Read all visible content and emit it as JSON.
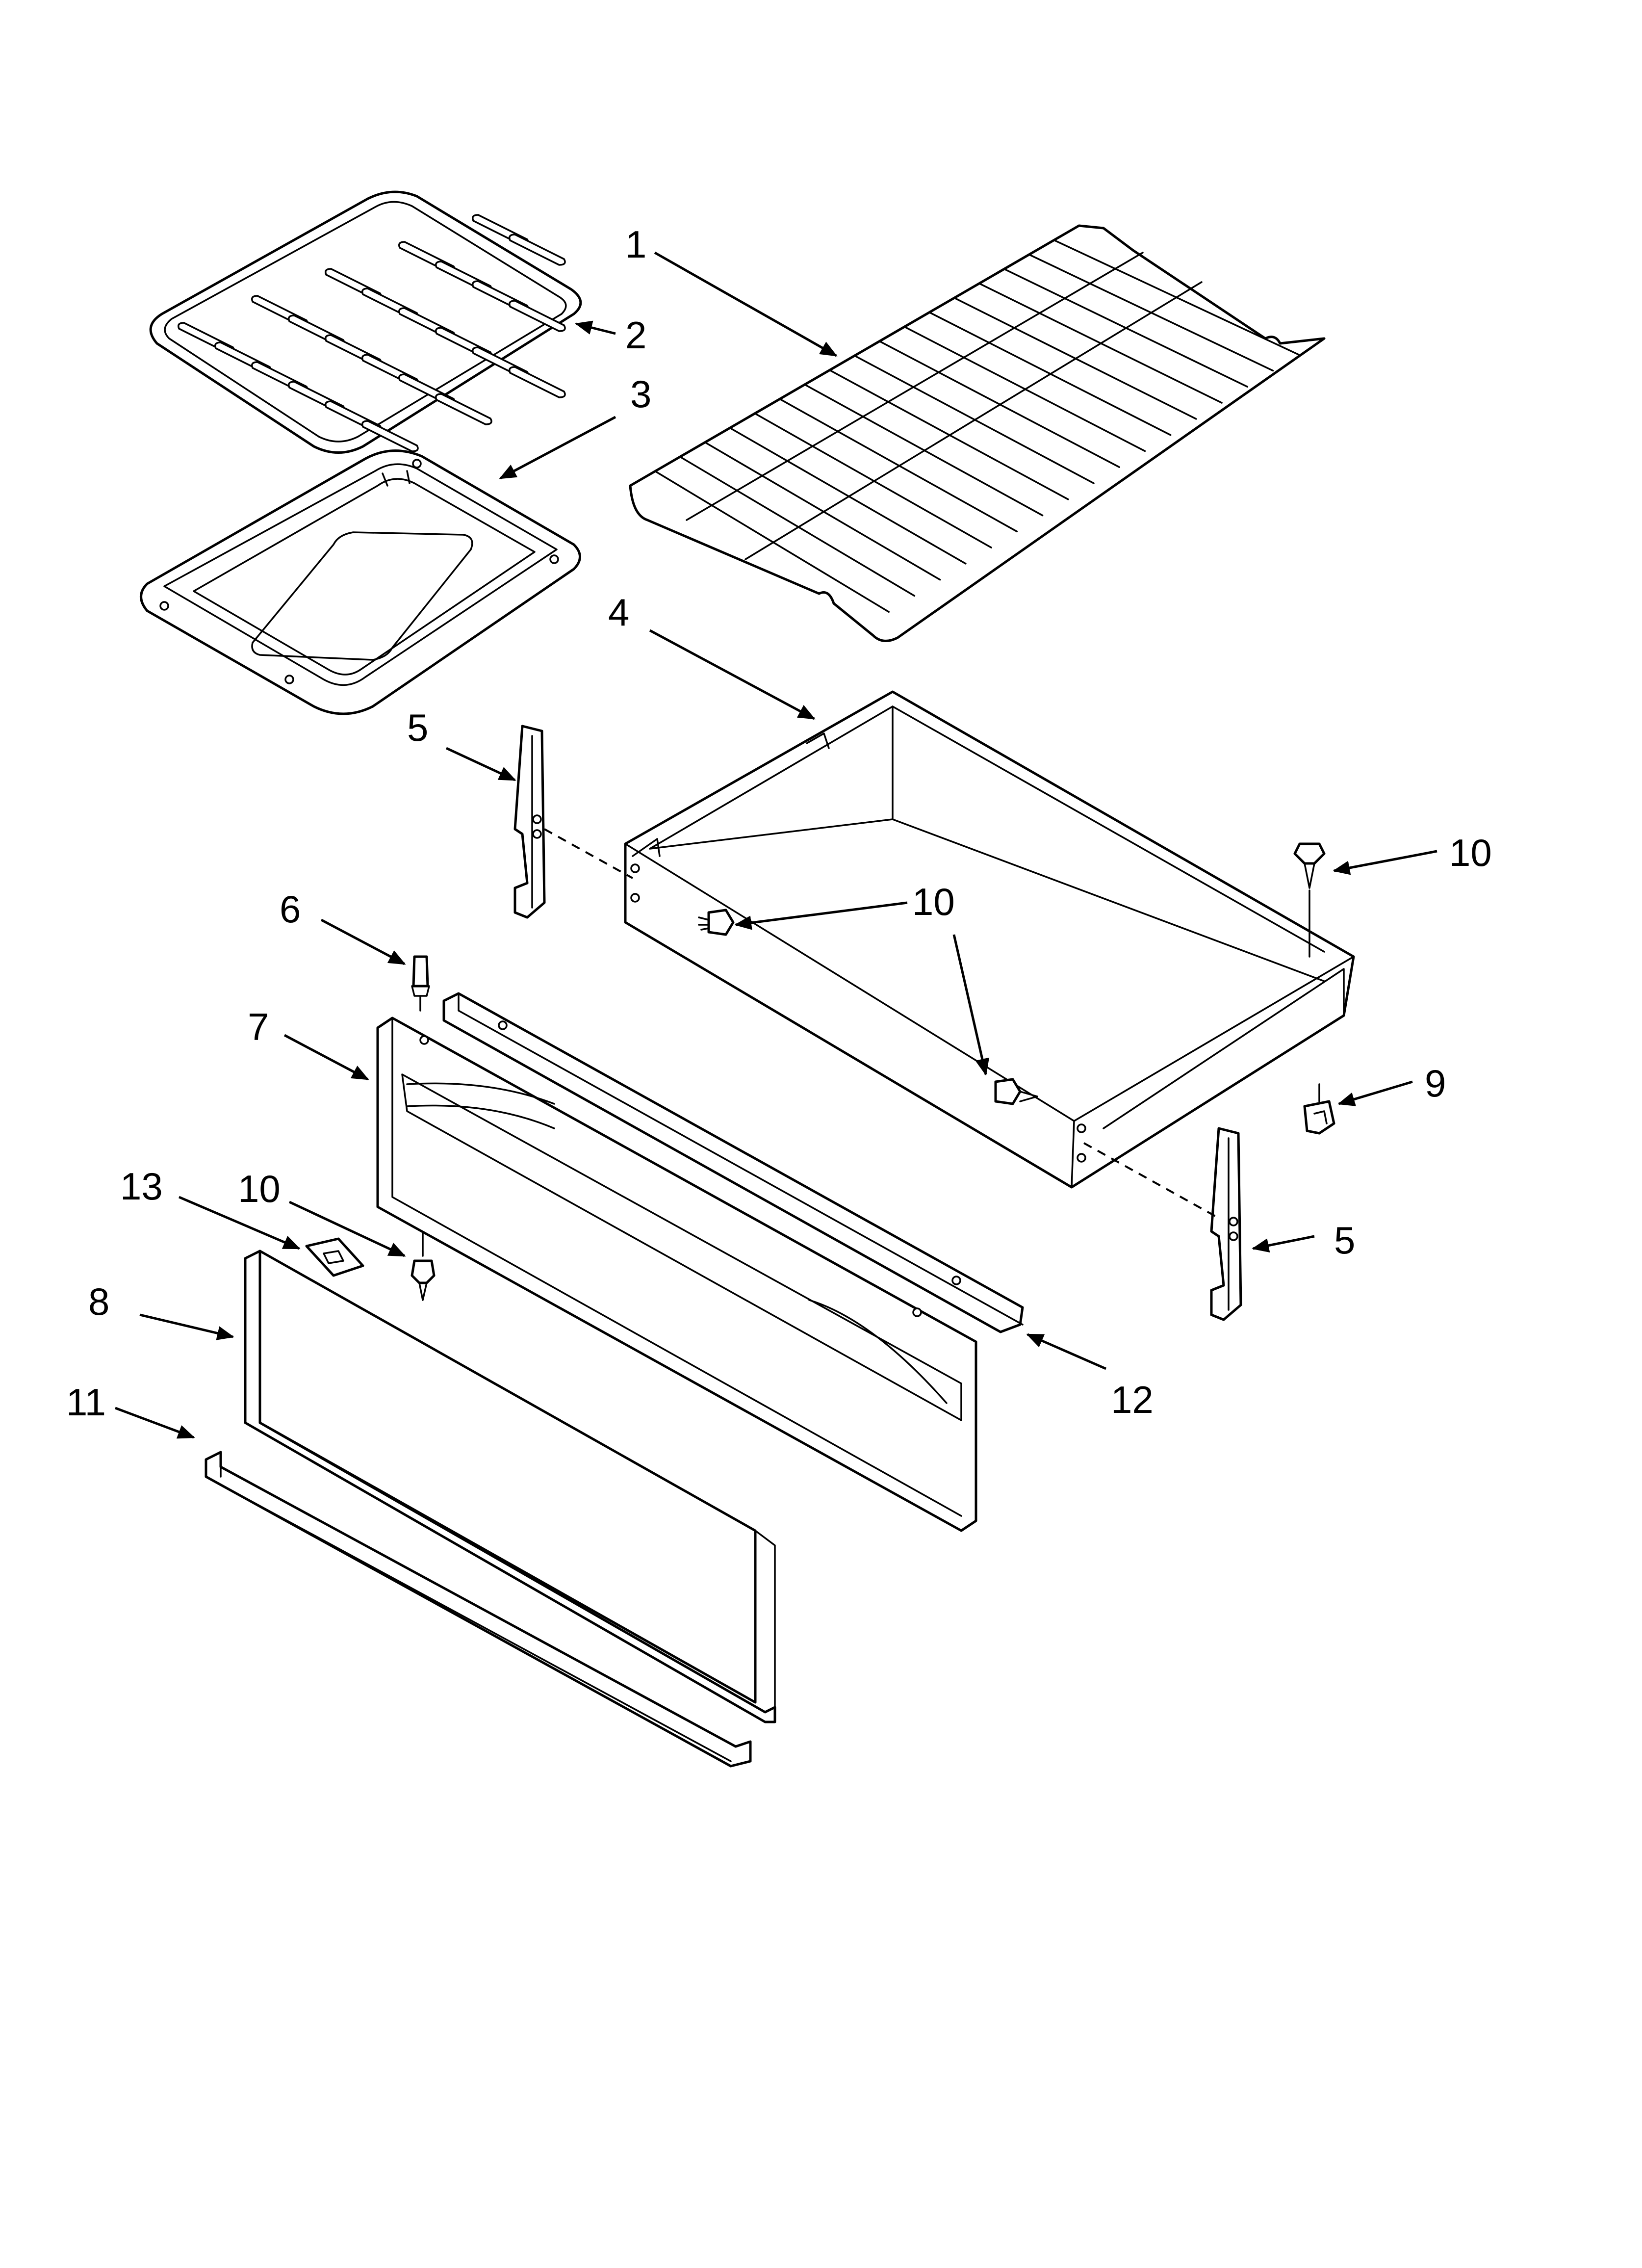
{
  "callouts": {
    "c1": "1",
    "c2": "2",
    "c3": "3",
    "c4": "4",
    "c5a": "5",
    "c5b": "5",
    "c6": "6",
    "c7": "7",
    "c8": "8",
    "c9": "9",
    "c10a": "10",
    "c10b": "10",
    "c10c": "10",
    "c11": "11",
    "c12": "12",
    "c13": "13"
  },
  "colors": {
    "line": "#000000",
    "background": "#ffffff"
  }
}
